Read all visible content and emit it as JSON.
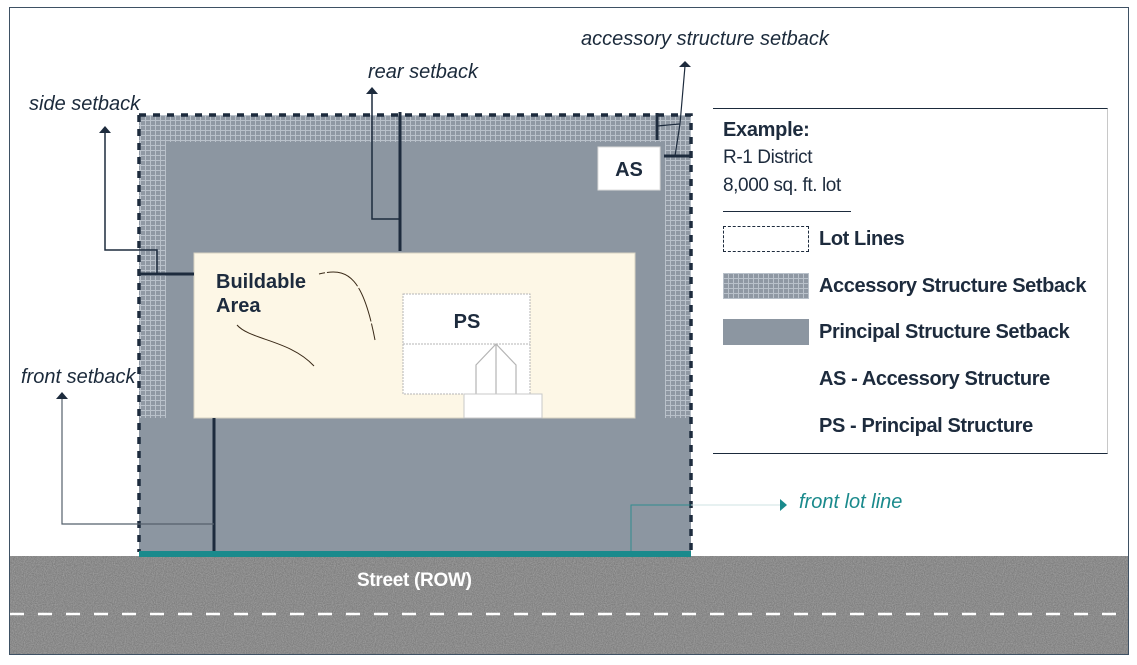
{
  "diagram": {
    "annotations": {
      "side_setback": "side setback",
      "rear_setback": "rear setback",
      "accessory_structure_setback": "accessory structure setback",
      "front_setback": "front setback",
      "front_lot_line": "front lot line"
    },
    "buildable_area_line1": "Buildable",
    "buildable_area_line2": "Area",
    "principal_structure_label": "PS",
    "accessory_structure_label": "AS",
    "street_label": "Street (ROW)"
  },
  "legend": {
    "title": "Example:",
    "district": "R-1 District",
    "lot_size": "8,000 sq. ft. lot",
    "items": [
      {
        "swatch": "dashed-outline",
        "label": "Lot Lines"
      },
      {
        "swatch": "grid-pattern",
        "label": "Accessory Structure Setback"
      },
      {
        "swatch": "solid-gray",
        "label": "Principal Structure Setback"
      },
      {
        "swatch": "none",
        "label": "AS - Accessory Structure"
      },
      {
        "swatch": "none",
        "label": "PS - Principal Structure"
      }
    ]
  },
  "colors": {
    "lot_line": "#1d2b3d",
    "accessory_setback_fill": "#8f98a3",
    "accessory_setback_grid": "#b9c1ca",
    "principal_setback_fill": "#8c96a1",
    "buildable_area_fill": "#fdf7e6",
    "front_lot_line": "#1a8a8c",
    "street": "#7a7a7a",
    "annotation_ink": "#1b2a3b"
  }
}
